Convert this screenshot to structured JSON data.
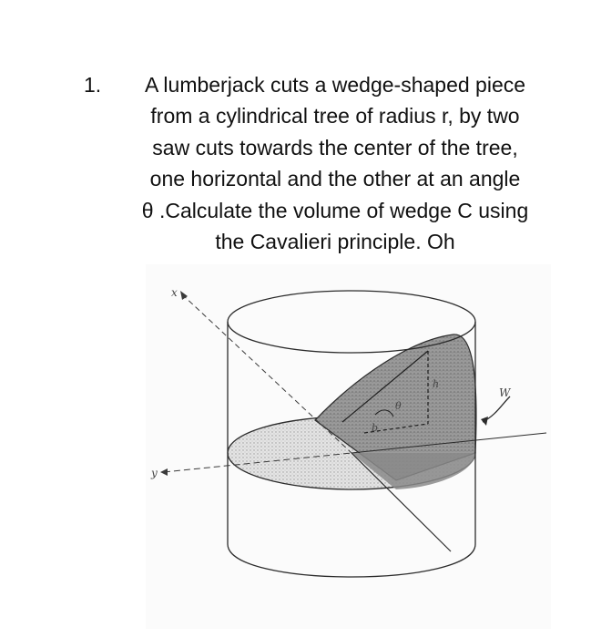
{
  "problem": {
    "number": "1.",
    "lines": [
      "A lumberjack cuts a wedge-shaped piece",
      "from a cylindrical tree of radius r, by two",
      "saw cuts towards the center of the tree,",
      "one horizontal and the other at an angle",
      "θ .Calculate the volume of wedge C using",
      "the Cavalieri principle. Oh"
    ]
  },
  "figure": {
    "labels": {
      "x_axis": "x",
      "y_axis": "y",
      "wedge": "W",
      "height": "h",
      "angle": "θ",
      "base": "b"
    },
    "colors": {
      "ink": "#2b2b2b",
      "wedge_fill": "#8c8c8c",
      "base_fill": "#d9d9d9"
    }
  }
}
